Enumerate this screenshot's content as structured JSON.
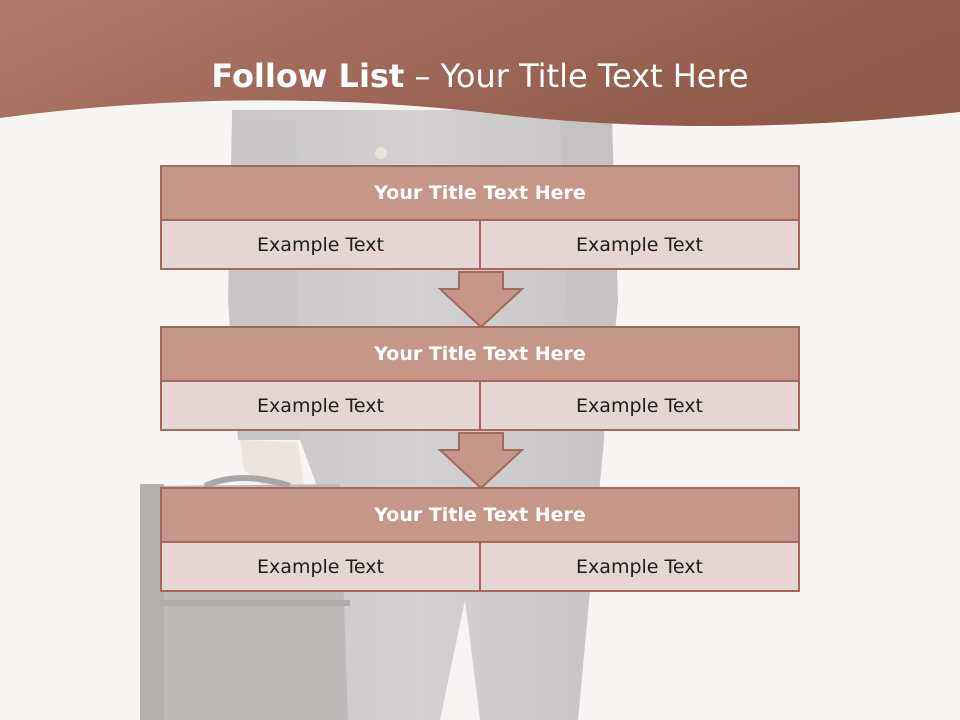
{
  "slide": {
    "title_bold": "Follow List",
    "title_rest": " – Your Title Text Here"
  },
  "colors": {
    "header": "#a36b59",
    "title_fill": "#c4978a",
    "cell_fill": "#e5d6d4",
    "border": "#a5685b"
  },
  "blocks": [
    {
      "title": "Your Title Text Here",
      "cells": [
        "Example Text",
        "Example Text"
      ]
    },
    {
      "title": "Your Title Text Here",
      "cells": [
        "Example Text",
        "Example Text"
      ]
    },
    {
      "title": "Your Title Text Here",
      "cells": [
        "Example Text",
        "Example Text"
      ]
    }
  ],
  "icons": {
    "connector": "down-arrow-icon"
  }
}
